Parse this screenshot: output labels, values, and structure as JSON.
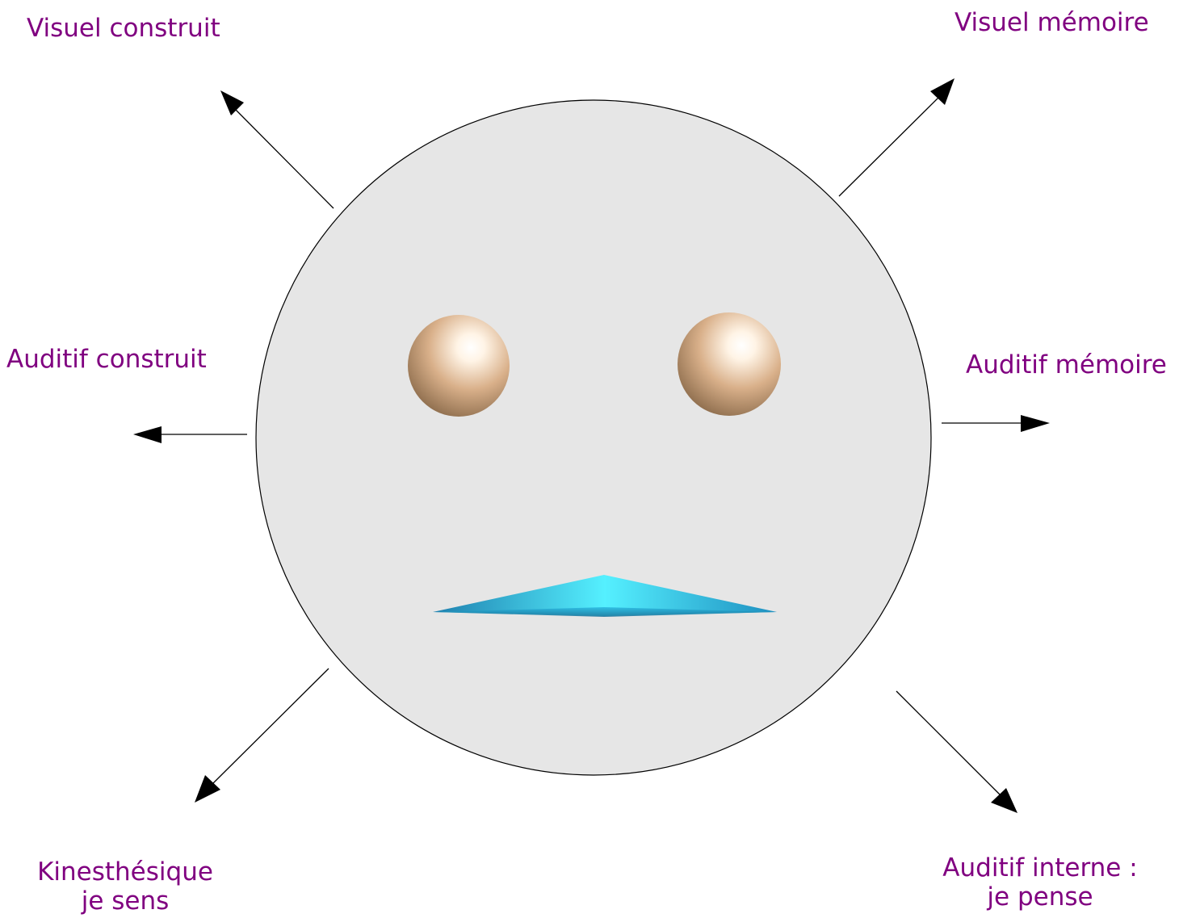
{
  "colors": {
    "label_text": "#800080",
    "face_fill": "#e6e6e6",
    "face_stroke": "#000000",
    "eye_color": "#c8a17a",
    "mouth_color": "#33ccee",
    "arrow_color": "#000000"
  },
  "labels": {
    "visuel_construit": "Visuel construit",
    "visuel_memoire": "Visuel mémoire",
    "auditif_construit": "Auditif construit",
    "auditif_memoire": "Auditif mémoire",
    "kinesthesique_line1": "Kinesthésique",
    "kinesthesique_line2": "je sens",
    "auditif_interne_line1": "Auditif interne :",
    "auditif_interne_line2": "je pense"
  }
}
